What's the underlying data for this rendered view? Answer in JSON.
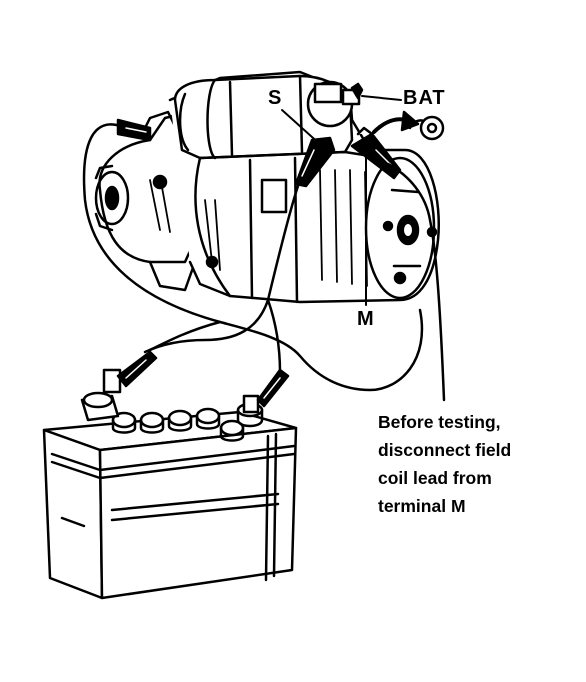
{
  "labels": {
    "s": "S",
    "bat": "BAT",
    "m": "M"
  },
  "note": {
    "lines": [
      "Before testing,",
      "disconnect field",
      "coil lead from",
      "terminal M"
    ]
  },
  "colors": {
    "ink": "#000000",
    "paper": "#ffffff"
  }
}
